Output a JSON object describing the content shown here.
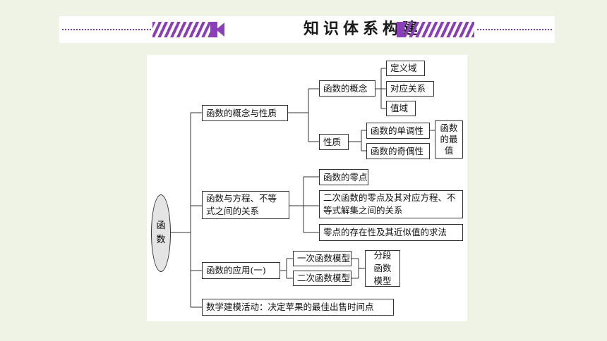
{
  "header": {
    "title": "知识体系构建"
  },
  "diagram": {
    "root": [
      "函",
      "数"
    ],
    "nodes": {
      "concept_property": "函数的概念与性质",
      "concept": "函数的概念",
      "domain": "定义域",
      "correspondence": "对应关系",
      "range": "值域",
      "property": "性质",
      "monotonic": "函数的单调性",
      "parity": "函数的奇偶性",
      "extremum": "函数的最值",
      "equation_inequality": "函数与方程、不等式之间的关系",
      "zero": "函数的零点",
      "quad_relation": "二次函数的零点及其对应方程、不等式解集之间的关系",
      "zero_existence": "零点的存在性及其近似值的求法",
      "application": "函数的应用(一)",
      "linear_model": "一次函数模型",
      "quad_model": "二次函数模型",
      "piecewise_model": "分段函数模型",
      "modeling": "数学建模活动：决定苹果的最佳出售时间点"
    }
  },
  "colors": {
    "accent": "#8a3fb8",
    "background": "#eef3e6",
    "root_fill": "#e4e4e4"
  }
}
